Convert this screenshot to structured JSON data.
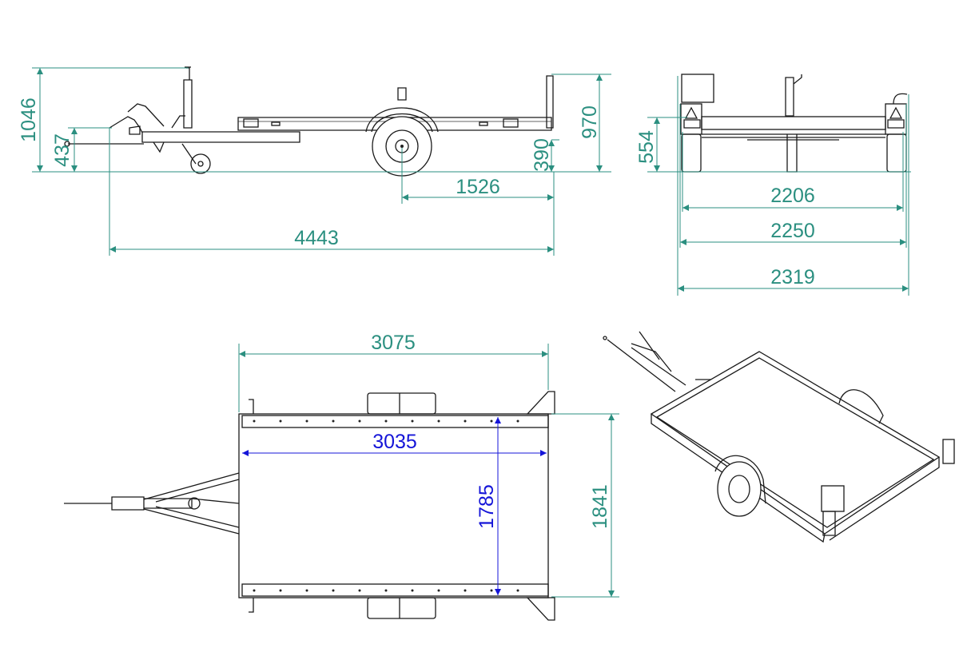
{
  "colors": {
    "dimension": "#2b8f80",
    "inner_dimension": "#1515d8",
    "linework": "#1a1a1a"
  },
  "side_view": {
    "total_height": "1046",
    "coupling_height": "437",
    "bed_height": "390",
    "tailgate_height": "970",
    "axle_to_rear": "1526",
    "total_length": "4443"
  },
  "rear_view": {
    "light_height": "554",
    "width_inner": "2206",
    "width_bed": "2250",
    "width_total": "2319"
  },
  "top_view": {
    "bed_length_outer": "3075",
    "bed_length_inner": "3035",
    "bed_width_inner": "1785",
    "bed_width_outer": "1841"
  }
}
